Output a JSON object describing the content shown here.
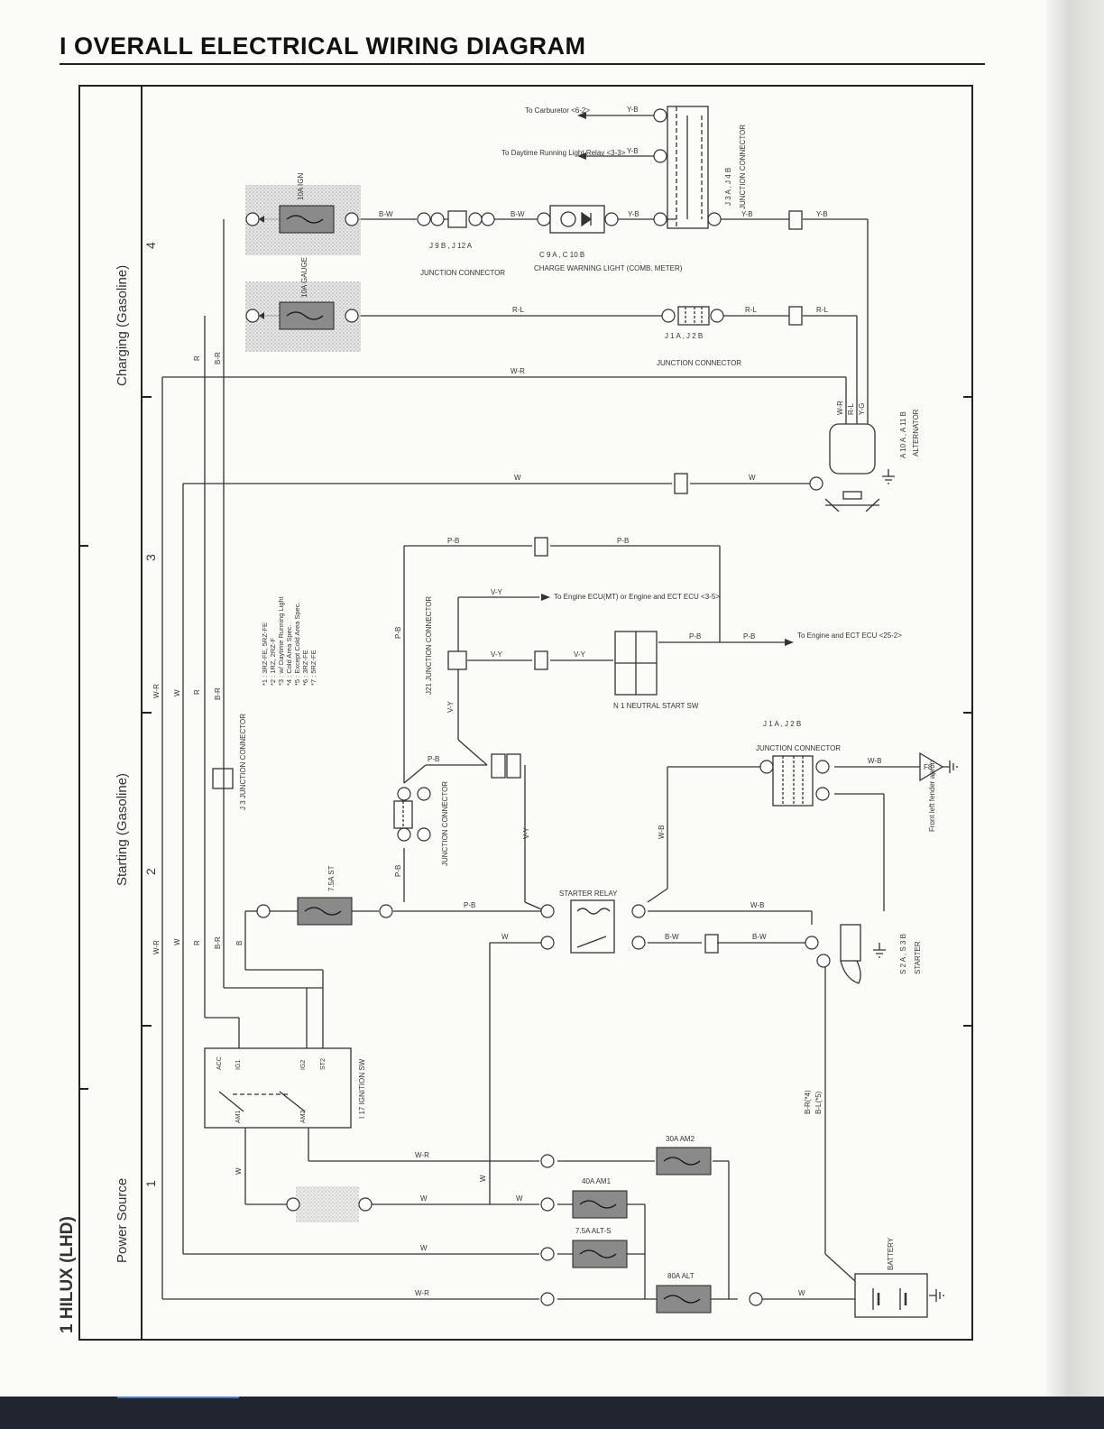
{
  "title": "I  OVERALL ELECTRICAL WIRING DIAGRAM",
  "sidebar": {
    "model": "1  HILUX (LHD)",
    "sections": [
      {
        "label": "Charging (Gasoline)"
      },
      {
        "label": "Starting (Gasoline)"
      },
      {
        "label": "Power Source"
      }
    ],
    "grid_numbers": [
      "4",
      "3",
      "2",
      "1"
    ]
  },
  "fuses": {
    "ign": "10A IGN",
    "gauge": "10A GAUGE",
    "st": "7.5A ST",
    "am2": "30A AM2",
    "am1": "40A AM1",
    "alt_s": "7.5A ALT-S",
    "alt": "80A ALT"
  },
  "components": {
    "ignition_sw": "I 17 IGNITION SW",
    "ignition_terms": [
      "ACC",
      "IG1",
      "IG2",
      "ST2",
      "AM1",
      "AM2"
    ],
    "starter_relay": "STARTER RELAY",
    "starter": "STARTER",
    "starter_ids": "S 2 A , S 3 B",
    "alternator": "ALTERNATOR",
    "alternator_ids": "A 10 A , A 11 B",
    "battery": "BATTERY",
    "neutral_start": "N 1 NEUTRAL START SW",
    "charge_light": "CHARGE WARNING LIGHT (COMB. METER)",
    "charge_light_ids": "C 9 A , C 10 B",
    "junction_connector": "JUNCTION CONNECTOR",
    "j9_j12": "J 9 B , J 12 A",
    "j1_j2": "J 1 A , J 2 B",
    "j3_j4": "J 3 A , J 4 B",
    "j21": "J21 JUNCTION CONNECTOR",
    "j3": "J 3 JUNCTION CONNECTOR",
    "ground_f8": "F8",
    "ground_note": "Front left fender apron"
  },
  "destinations": {
    "carburetor": "To Carburetor <6-2>",
    "daytime_relay": "To Daytime Running Light Relay <3-3>",
    "engine_ecu_mt": "To Engine ECU(MT) or Engine and ECT ECU <3-5>",
    "engine_ect_ecu": "To Engine and ECT ECU <25-2>"
  },
  "notes": [
    "*1 : 3RZ-FE, 5RZ-FE",
    "*2 : 1RZ, 2RZ-F",
    "*3 : w/ Daytime Running Light",
    "*4 : Cold Area Spec.",
    "*5 : Except Cold Area Spec.",
    "*6 : 3RZ-FE",
    "*7 : 5RZ-FE"
  ],
  "wires": {
    "b_w": "B-W",
    "y_b": "Y-B",
    "r_l": "R-L",
    "w_r": "W-R",
    "w": "W",
    "p_b": "P-B",
    "v_y": "V-Y",
    "w_b": "W-B",
    "b_r": "B-R",
    "r": "R",
    "b": "B",
    "y_g": "Y-G",
    "br4": "B-R(*4)",
    "bl5": "B-L(*5)"
  },
  "colors": {
    "ink": "#333333",
    "fuse_fill": "#8a8a8a",
    "frame": "#222222"
  }
}
